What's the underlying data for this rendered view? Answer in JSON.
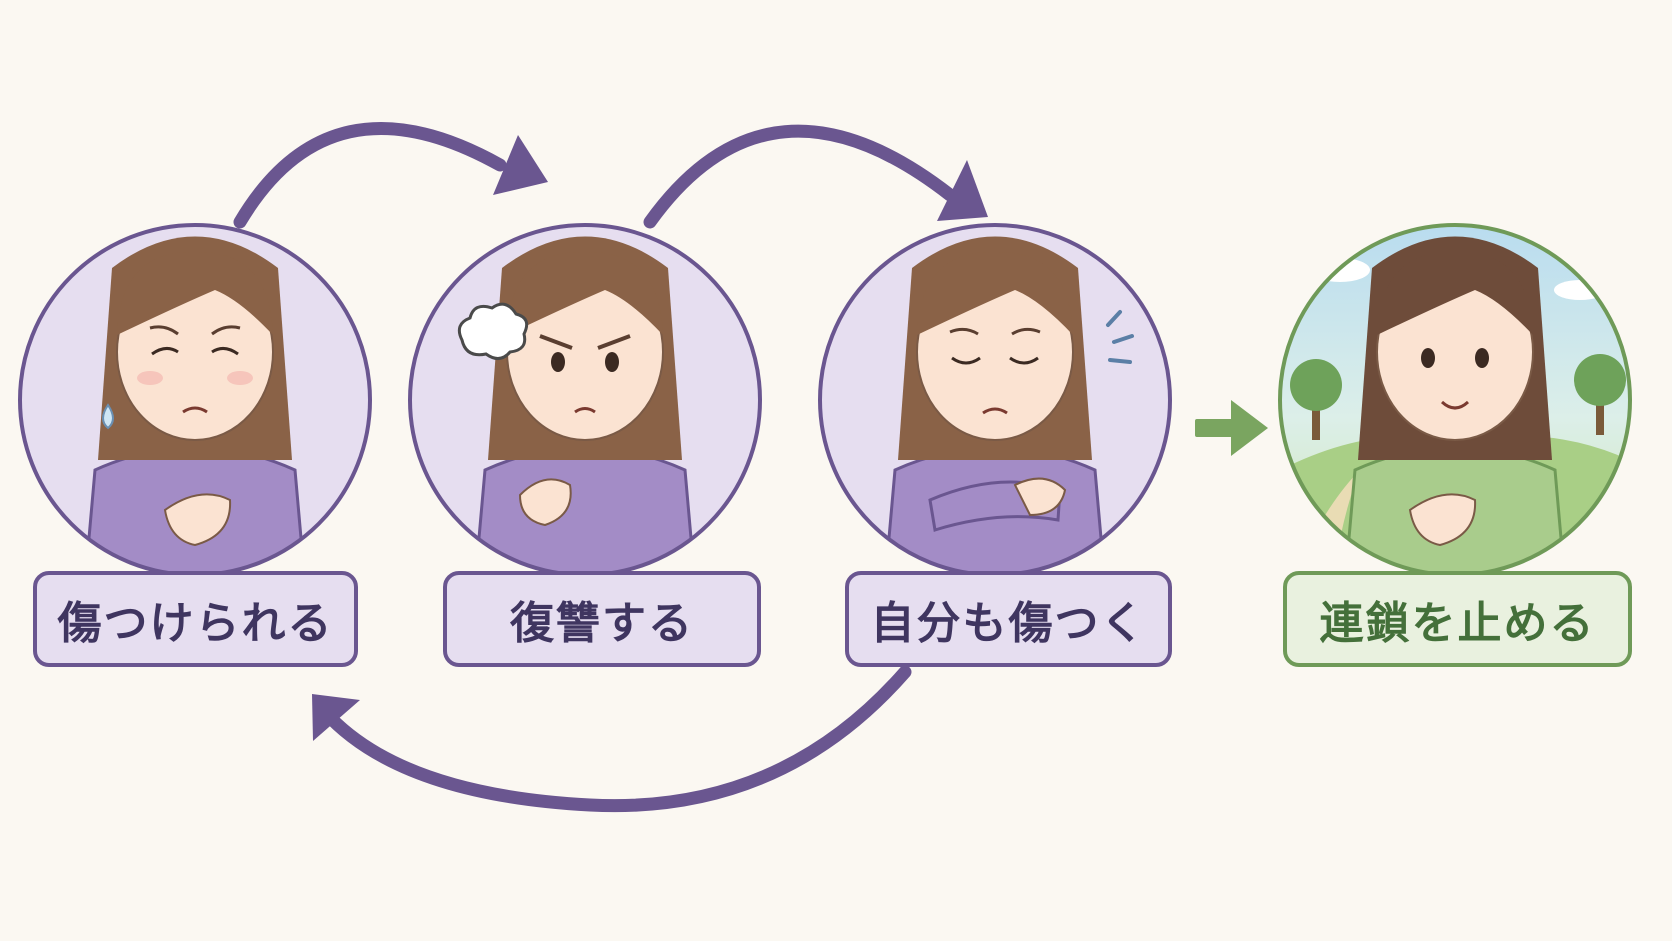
{
  "steps": [
    {
      "label": "傷つけられる",
      "emotion": "hurt",
      "theme": "purple"
    },
    {
      "label": "復讐する",
      "emotion": "angry",
      "theme": "purple"
    },
    {
      "label": "自分も傷つく",
      "emotion": "pained",
      "theme": "purple"
    },
    {
      "label": "連鎖を止める",
      "emotion": "peaceful",
      "theme": "green"
    }
  ],
  "colors": {
    "background": "#fbf8f2",
    "cycle_arrow": "#6a5690",
    "cycle_fill": "#e6def0",
    "break_arrow": "#7aa560",
    "break_fill": "#e9f1df",
    "hair": "#8a6247",
    "skin": "#fbe3d2",
    "sweater_purple": "#a38cc6",
    "sweater_green": "#a9cc8c"
  }
}
